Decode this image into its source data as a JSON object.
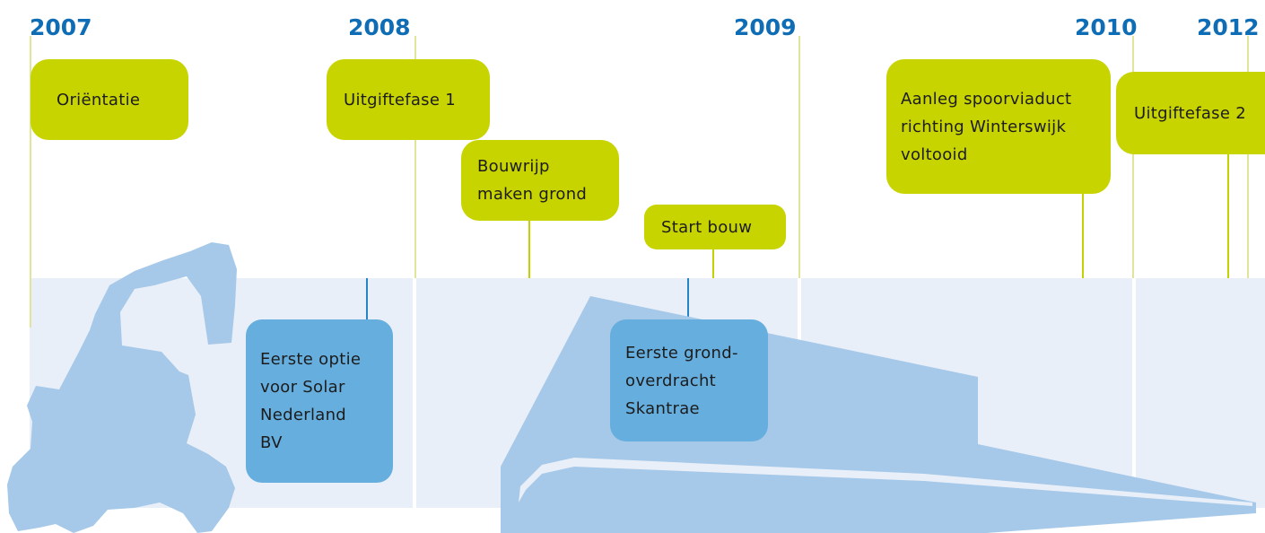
{
  "years": [
    "2007",
    "2008",
    "2009",
    "2010",
    "2012"
  ],
  "events": {
    "orientatie": "Oriëntatie",
    "uitgifte1": "Uitgiftefase 1",
    "bouwrijp": "Bouwrijp\nmaken grond",
    "start_bouw": "Start bouw",
    "spoorviaduct": "Aanleg spoorviaduct\nrichting Winterswijk\nvoltooid",
    "uitgifte2": "Uitgiftefase 2",
    "solar": "Eerste optie\nvoor Solar\nNederland\nBV",
    "skantrae": "Eerste grond-\noverdracht\nSkantrae"
  },
  "colors": {
    "year_text": "#0f6db6",
    "green_box": "#c8d400",
    "blue_box": "#66aede",
    "band": "#e9eff8",
    "silhouette": "#a6c9ea"
  },
  "icons": [
    "excavator-silhouette",
    "train-silhouette"
  ]
}
